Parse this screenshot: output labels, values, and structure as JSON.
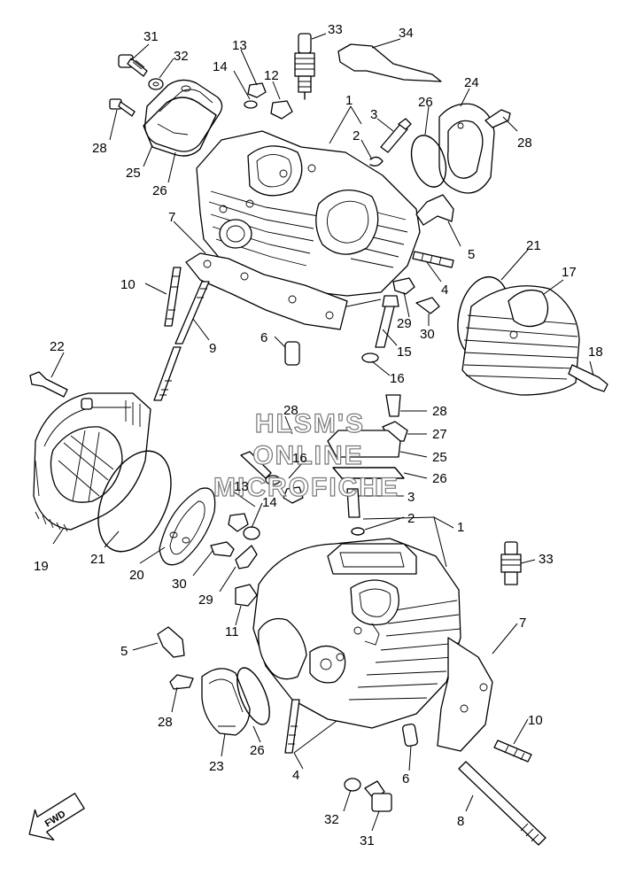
{
  "diagram": {
    "watermark_lines": [
      "HLSM'S",
      "ONLINE",
      "MICROFICHE"
    ],
    "direction_label": "FWD",
    "callouts": [
      {
        "id": "c31a",
        "text": "31"
      },
      {
        "id": "c32a",
        "text": "32"
      },
      {
        "id": "c13a",
        "text": "13"
      },
      {
        "id": "c33a",
        "text": "33"
      },
      {
        "id": "c34",
        "text": "34"
      },
      {
        "id": "c14a",
        "text": "14"
      },
      {
        "id": "c12",
        "text": "12"
      },
      {
        "id": "c1a",
        "text": "1"
      },
      {
        "id": "c3a",
        "text": "3"
      },
      {
        "id": "c26a",
        "text": "26"
      },
      {
        "id": "c24",
        "text": "24"
      },
      {
        "id": "c28a",
        "text": "28"
      },
      {
        "id": "c2a",
        "text": "2"
      },
      {
        "id": "c28b",
        "text": "28"
      },
      {
        "id": "c25a",
        "text": "25"
      },
      {
        "id": "c26b",
        "text": "26"
      },
      {
        "id": "c7a",
        "text": "7"
      },
      {
        "id": "c5a",
        "text": "5"
      },
      {
        "id": "c21a",
        "text": "21"
      },
      {
        "id": "c17",
        "text": "17"
      },
      {
        "id": "c10a",
        "text": "10"
      },
      {
        "id": "c4a",
        "text": "4"
      },
      {
        "id": "c9",
        "text": "9"
      },
      {
        "id": "c29a",
        "text": "29"
      },
      {
        "id": "c30a",
        "text": "30"
      },
      {
        "id": "c6a",
        "text": "6"
      },
      {
        "id": "c15",
        "text": "15"
      },
      {
        "id": "c18",
        "text": "18"
      },
      {
        "id": "c22",
        "text": "22"
      },
      {
        "id": "c16a",
        "text": "16"
      },
      {
        "id": "c28c",
        "text": "28"
      },
      {
        "id": "c28d",
        "text": "28"
      },
      {
        "id": "c27",
        "text": "27"
      },
      {
        "id": "c25b",
        "text": "25"
      },
      {
        "id": "c16b",
        "text": "16"
      },
      {
        "id": "c26c",
        "text": "26"
      },
      {
        "id": "c13b",
        "text": "13"
      },
      {
        "id": "c3b",
        "text": "3"
      },
      {
        "id": "c14b",
        "text": "14"
      },
      {
        "id": "c2b",
        "text": "2"
      },
      {
        "id": "c1b",
        "text": "1"
      },
      {
        "id": "c19",
        "text": "19"
      },
      {
        "id": "c21b",
        "text": "21"
      },
      {
        "id": "c20",
        "text": "20"
      },
      {
        "id": "c30b",
        "text": "30"
      },
      {
        "id": "c29b",
        "text": "29"
      },
      {
        "id": "c33b",
        "text": "33"
      },
      {
        "id": "c11",
        "text": "11"
      },
      {
        "id": "c7b",
        "text": "7"
      },
      {
        "id": "c5b",
        "text": "5"
      },
      {
        "id": "c28e",
        "text": "28"
      },
      {
        "id": "c10b",
        "text": "10"
      },
      {
        "id": "c23",
        "text": "23"
      },
      {
        "id": "c26d",
        "text": "26"
      },
      {
        "id": "c4b",
        "text": "4"
      },
      {
        "id": "c6b",
        "text": "6"
      },
      {
        "id": "c32b",
        "text": "32"
      },
      {
        "id": "c31b",
        "text": "31"
      },
      {
        "id": "c8",
        "text": "8"
      }
    ]
  }
}
